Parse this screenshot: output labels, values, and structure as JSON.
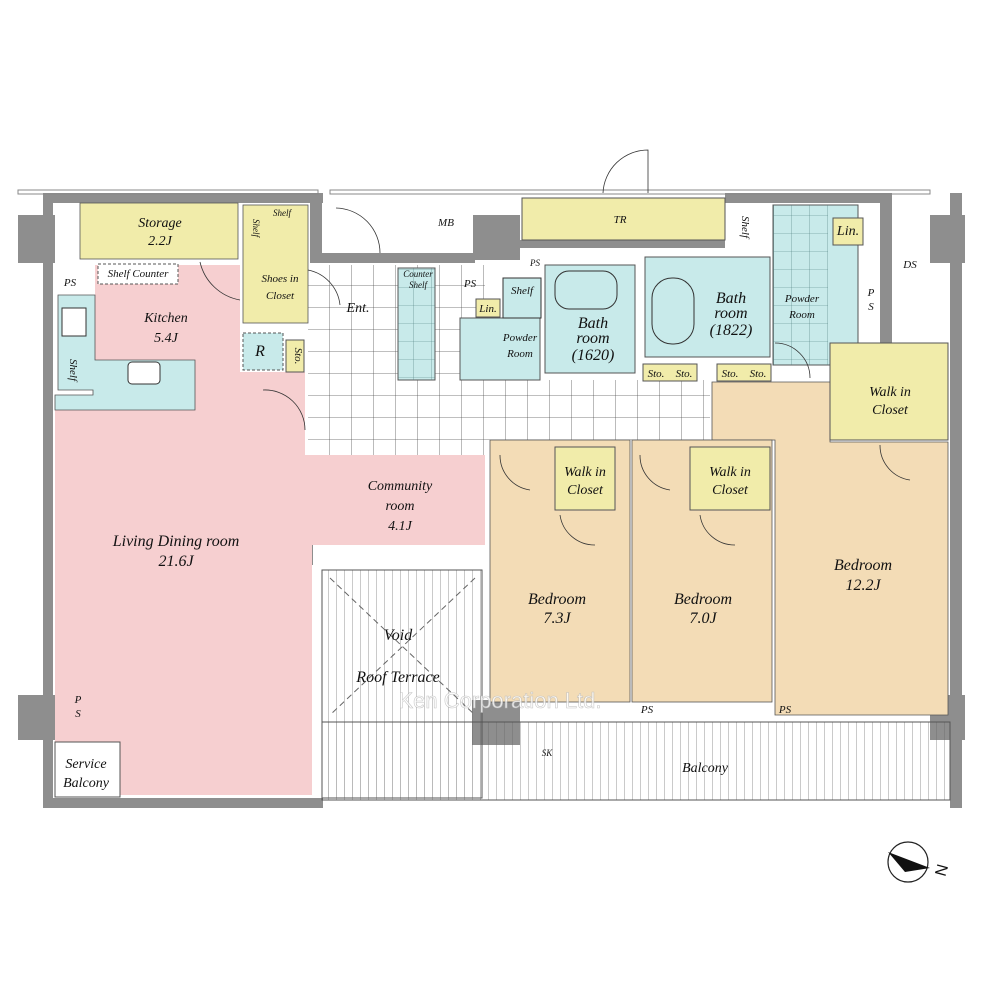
{
  "colors": {
    "living": "#f6cfd0",
    "wet": "#c8eaea",
    "closet": "#f1ecaa",
    "bedroom": "#f3dcb6",
    "wall": "#8e8e8e"
  },
  "rooms": {
    "storage": {
      "name": "Storage",
      "size": "2.2J"
    },
    "kitchen": {
      "name": "Kitchen",
      "size": "5.4J"
    },
    "living": {
      "name": "Living Dining room",
      "size": "21.6J"
    },
    "community": {
      "name1": "Community",
      "name2": "room",
      "size": "4.1J"
    },
    "shoes": {
      "name1": "Shoes in",
      "name2": "Closet"
    },
    "entrance": "Ent.",
    "refrigerator": "R",
    "sto": "Sto.",
    "void": "Void",
    "roof_terrace": "Roof Terrace",
    "bath1": {
      "name1": "Bath",
      "name2": "room",
      "size": "(1620)"
    },
    "bath2": {
      "name1": "Bath",
      "name2": "room",
      "size": "(1822)"
    },
    "powder1": {
      "name1": "Powder",
      "name2": "Room"
    },
    "powder2": {
      "name1": "Powder",
      "name2": "Room"
    },
    "walkin_main": {
      "name1": "Walk in",
      "name2": "Closet"
    },
    "walkin_1": {
      "name1": "Walk in",
      "name2": "Closet"
    },
    "walkin_2": {
      "name1": "Walk in",
      "name2": "Closet"
    },
    "bedroom_main": {
      "name": "Bedroom",
      "size": "12.2J"
    },
    "bedroom_1": {
      "name": "Bedroom",
      "size": "7.3J"
    },
    "bedroom_2": {
      "name": "Bedroom",
      "size": "7.0J"
    },
    "balcony": "Balcony",
    "service_balcony": {
      "name1": "Service",
      "name2": "Balcony"
    }
  },
  "small_labels": {
    "shelf": "Shelf",
    "counter": "Counter",
    "shelf_counter": "Shelf  Counter",
    "ps": "PS",
    "p": "P",
    "s": "S",
    "mb": "MB",
    "tr": "TR",
    "lin": "Lin.",
    "ds": "DS",
    "sk": "SK",
    "counter_shelf_1": "Counter",
    "counter_shelf_2": "Shelf"
  },
  "watermark": "Ken Corporation Ltd.",
  "compass": {
    "label": "N"
  }
}
